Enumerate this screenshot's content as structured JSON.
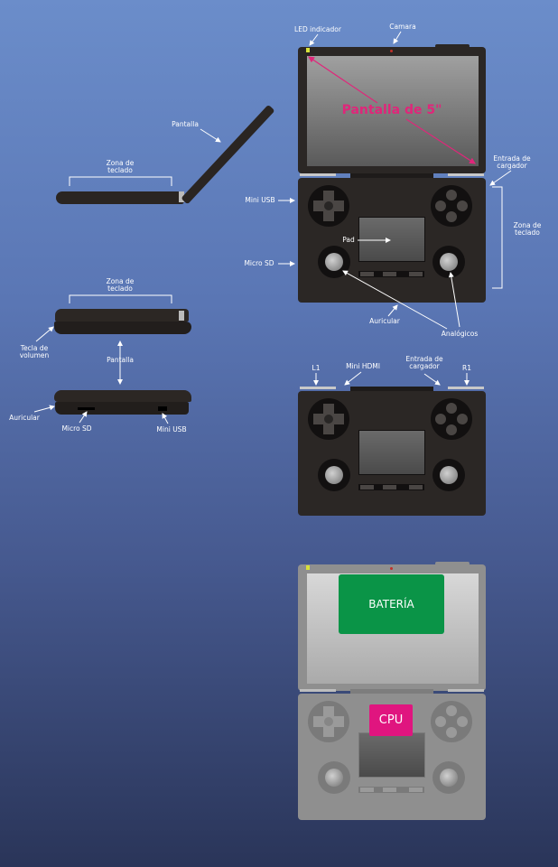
{
  "colors": {
    "pink": "#e0267a",
    "battery": "#0a9447",
    "cpu": "#e0157f",
    "device_dark": "#2a2624",
    "device_gray": "#8a8a8a"
  },
  "top_view": {
    "led_label": "LED indicador",
    "camera_label": "Camara",
    "screen_label": "Pantalla de 5\"",
    "charger_label": [
      "Entrada de",
      "cargador"
    ],
    "keyboard_zone_label": [
      "Zona de",
      "teclado"
    ],
    "mini_usb_label": "Mini USB",
    "micro_sd_label": "Micro SD",
    "pad_label": "Pad",
    "earphone_label": "Auricular",
    "analog_label": "Analógicos"
  },
  "side_open_view": {
    "screen_label": "Pantalla",
    "keyboard_zone_label": [
      "Zona de",
      "teclado"
    ]
  },
  "side_closed_view": {
    "keyboard_zone_label": [
      "Zona de",
      "teclado"
    ],
    "volume_label": [
      "Tecla de",
      "volumen"
    ],
    "screen_label": "Pantalla",
    "earphone_label": "Auricular",
    "micro_sd_label": "Micro SD",
    "mini_usb_label": "Mini USB"
  },
  "back_view": {
    "l1_label": "L1",
    "mini_hdmi_label": "Mini HDMI",
    "charger_label": [
      "Entrada de",
      "cargador"
    ],
    "r1_label": "R1"
  },
  "internal_view": {
    "battery_label": "BATERÍA",
    "cpu_label": "CPU"
  }
}
